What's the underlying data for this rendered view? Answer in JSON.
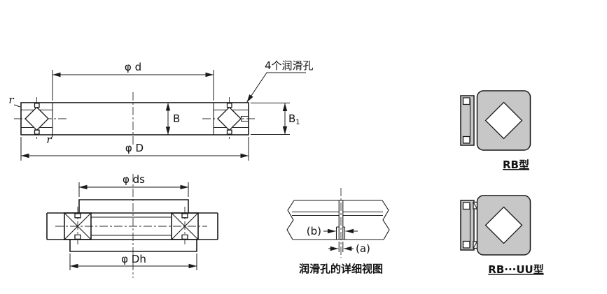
{
  "colors": {
    "section_fill": "#c7c7c7",
    "line": "#1a1a1a",
    "background": "#ffffff"
  },
  "main_view": {
    "lube_note": "4个润滑孔",
    "dim_inner_diameter": "φ d",
    "dim_outer_diameter": "φ D",
    "dim_width": "B",
    "dim_width_b1_base": "B",
    "dim_width_b1_sub": "1",
    "fillet_radius": "r"
  },
  "mounted_view": {
    "dim_shaft_seat": "φ ds",
    "dim_housing_seat": "φ Dh"
  },
  "detail_view": {
    "dim_a": "(a)",
    "dim_b": "(b)",
    "caption": "润滑孔的详细视图"
  },
  "right_views": {
    "rb_caption": "RB型",
    "rbuu_caption": "RB···UU型"
  }
}
